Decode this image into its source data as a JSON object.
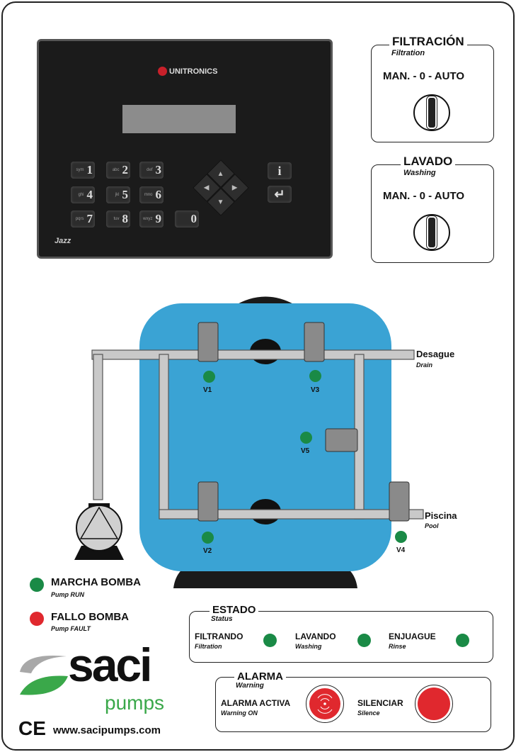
{
  "controller": {
    "brand": "UNITRONICS",
    "model": "Jazz",
    "keys": [
      {
        "sub": "sym",
        "num": "1"
      },
      {
        "sub": "abc",
        "num": "2"
      },
      {
        "sub": "def",
        "num": "3"
      },
      {
        "sub": "ghi",
        "num": "4"
      },
      {
        "sub": "jkl",
        "num": "5"
      },
      {
        "sub": "mno",
        "num": "6"
      },
      {
        "sub": "pqrs",
        "num": "7"
      },
      {
        "sub": "tuv",
        "num": "8"
      },
      {
        "sub": "wxyz",
        "num": "9"
      },
      {
        "sub": "",
        "num": "0"
      }
    ],
    "info_key": "i",
    "enter_key": "↵",
    "arrows": {
      "up": "▲",
      "down": "▼",
      "left": "◀",
      "right": "▶"
    }
  },
  "filtracion": {
    "title": "FILTRACIÓN",
    "subtitle": "Filtration",
    "modes": "MAN. - 0 - AUTO"
  },
  "lavado": {
    "title": "LAVADO",
    "subtitle": "Washing",
    "modes": "MAN. - 0 - AUTO"
  },
  "diagram": {
    "desague": "Desague",
    "drain": "Drain",
    "piscina": "Piscina",
    "pool": "Pool",
    "valves": {
      "v1": "V1",
      "v2": "V2",
      "v3": "V3",
      "v4": "V4",
      "v5": "V5"
    }
  },
  "pump": {
    "run_label": "MARCHA BOMBA",
    "run_sub": "Pump RUN",
    "fault_label": "FALLO BOMBA",
    "fault_sub": "Pump FAULT"
  },
  "estado": {
    "title": "ESTADO",
    "subtitle": "Status",
    "items": [
      {
        "label": "FILTRANDO",
        "sub": "Filtration"
      },
      {
        "label": "LAVANDO",
        "sub": "Washing"
      },
      {
        "label": "ENJUAGUE",
        "sub": "Rinse"
      }
    ]
  },
  "alarma": {
    "title": "ALARMA",
    "subtitle": "Warning",
    "active_label": "ALARMA ACTIVA",
    "active_sub": "Warning ON",
    "silence_label": "SILENCIAR",
    "silence_sub": "Silence"
  },
  "brand": {
    "name": "saci",
    "pumps": "pumps",
    "ce": "CE",
    "website": "www.sacipumps.com"
  },
  "colors": {
    "tank": "#3aa3d4",
    "led_green": "#1a8a46",
    "led_red": "#e0282e",
    "brand_green": "#3aa84a"
  }
}
